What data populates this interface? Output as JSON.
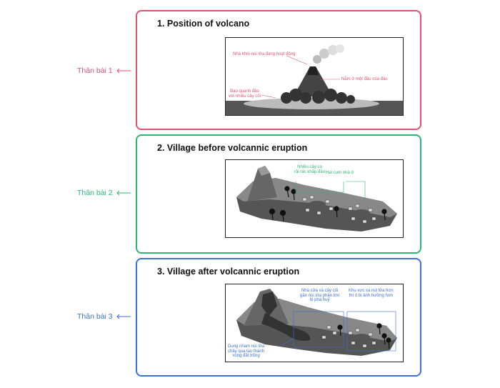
{
  "colors": {
    "red": "#e0526f",
    "green": "#2bb873",
    "blue": "#3b72d9"
  },
  "sections": [
    {
      "side_label": "Thân bài 1",
      "title": "1. Position of volcano",
      "annotations": {
        "a1": "Nhà khói-núi lửa đang hoạt động",
        "a2": "Nằm ở một đầu của đảo",
        "a3_l1": "Bao quanh đảo",
        "a3_l2": "với nhiều cây cối"
      }
    },
    {
      "side_label": "Thân bài 2",
      "title": "2. Village before volcannic eruption",
      "annotations": {
        "a1_l1": "Nhiều cây cọ",
        "a1_l2": "rải rác khắp đảo",
        "a2": "Hai cụm nhà ở"
      }
    },
    {
      "side_label": "Thân bài 3",
      "title": "3. Village after volcannic eruption",
      "annotations": {
        "a1_l1": "Nhà cửa và cây cối",
        "a1_l2": "gần núi lửa phần lớn",
        "a1_l3": "bị phá huỷ",
        "a2_l1": "Khu vực xa núi lửa hơn",
        "a2_l2": "thì ít bị ảnh hưởng hơn",
        "a3_l1": "Dung nham núi lửa",
        "a3_l2": "chảy qua tạo thành",
        "a3_l3": "vùng đất trống"
      }
    }
  ]
}
